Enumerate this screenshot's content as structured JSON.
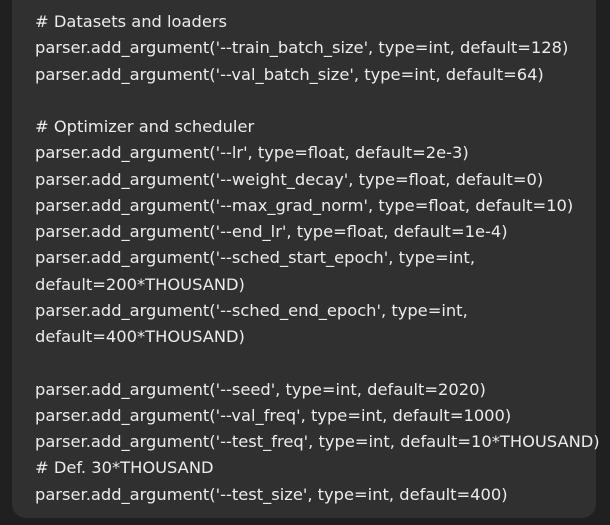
{
  "code_block": {
    "lines": [
      "# Datasets and loaders",
      "parser.add_argument('--train_batch_size', type=int, default=128)",
      "parser.add_argument('--val_batch_size', type=int, default=64)",
      "",
      "# Optimizer and scheduler",
      "parser.add_argument('--lr', type=float, default=2e-3)",
      "parser.add_argument('--weight_decay', type=float, default=0)",
      "parser.add_argument('--max_grad_norm', type=float, default=10)",
      "parser.add_argument('--end_lr', type=float, default=1e-4)",
      "parser.add_argument('--sched_start_epoch', type=int,",
      "default=200*THOUSAND)",
      "parser.add_argument('--sched_end_epoch', type=int,",
      "default=400*THOUSAND)",
      "",
      "parser.add_argument('--seed', type=int, default=2020)",
      "parser.add_argument('--val_freq', type=int, default=1000)",
      "parser.add_argument('--test_freq', type=int, default=10*THOUSAND)",
      "# Def. 30*THOUSAND",
      "parser.add_argument('--test_size', type=int, default=400)"
    ]
  },
  "colors": {
    "page_background": "#202020",
    "panel_background": "#303030",
    "text": "#ececec"
  }
}
